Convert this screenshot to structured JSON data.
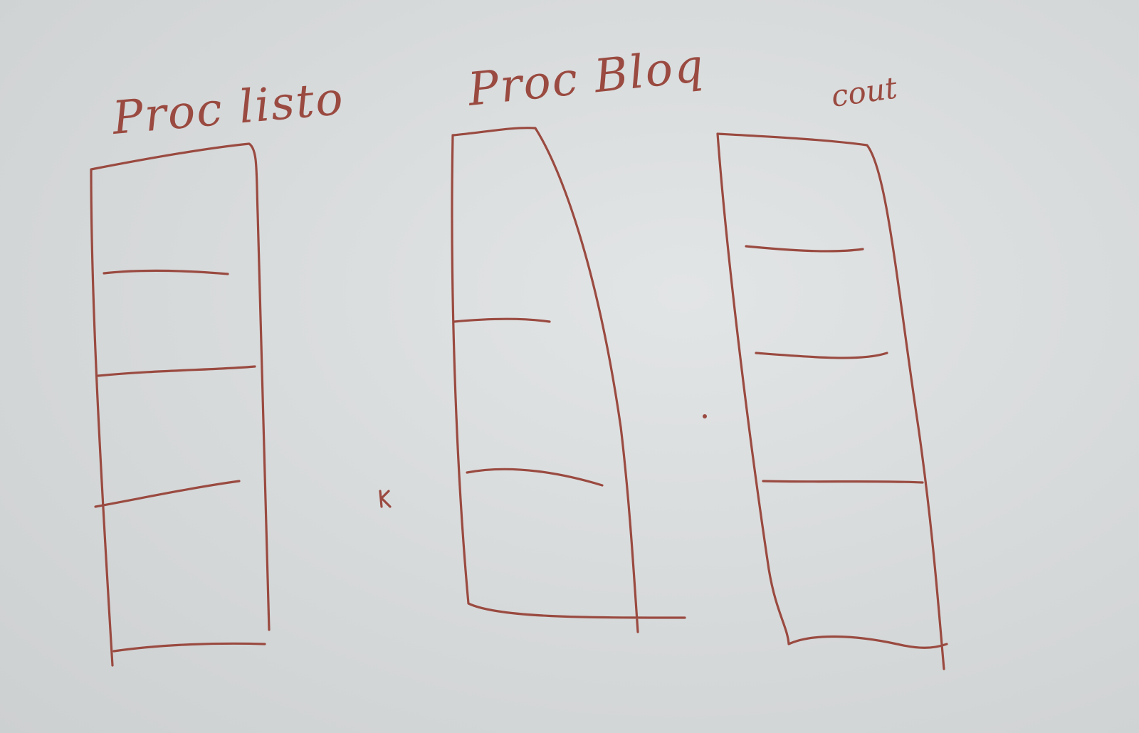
{
  "colors": {
    "ink": "#9a4a40",
    "board": "#d9dcdd"
  },
  "labels": {
    "list_1": "Proc listo",
    "list_2": "Proc Bloq",
    "list_3": "cout"
  }
}
